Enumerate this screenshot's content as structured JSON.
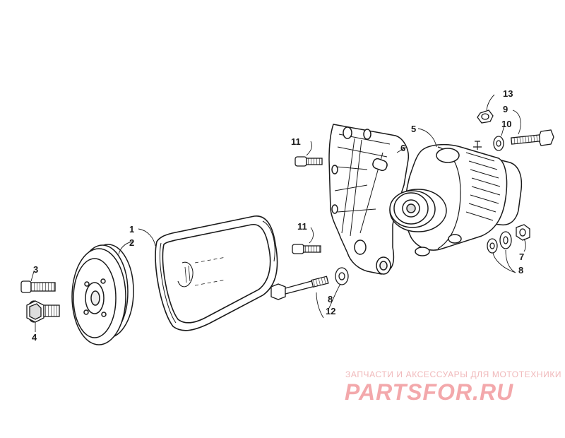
{
  "callouts": {
    "c1": "1",
    "c2": "2",
    "c3": "3",
    "c4": "4",
    "c5": "5",
    "c6": "6",
    "c7": "7",
    "c8a": "8",
    "c8b": "8",
    "c9": "9",
    "c10": "10",
    "c11a": "11",
    "c11b": "11",
    "c12": "12",
    "c13": "13"
  },
  "watermark": {
    "tagline": "ЗАПЧАСТИ И АКСЕССУАРЫ ДЛЯ МОТОТЕХНИКИ",
    "brand": "PARTSFOR.RU"
  },
  "colors": {
    "line": "#1a1a1a",
    "watermark": "#f3a8ab"
  }
}
